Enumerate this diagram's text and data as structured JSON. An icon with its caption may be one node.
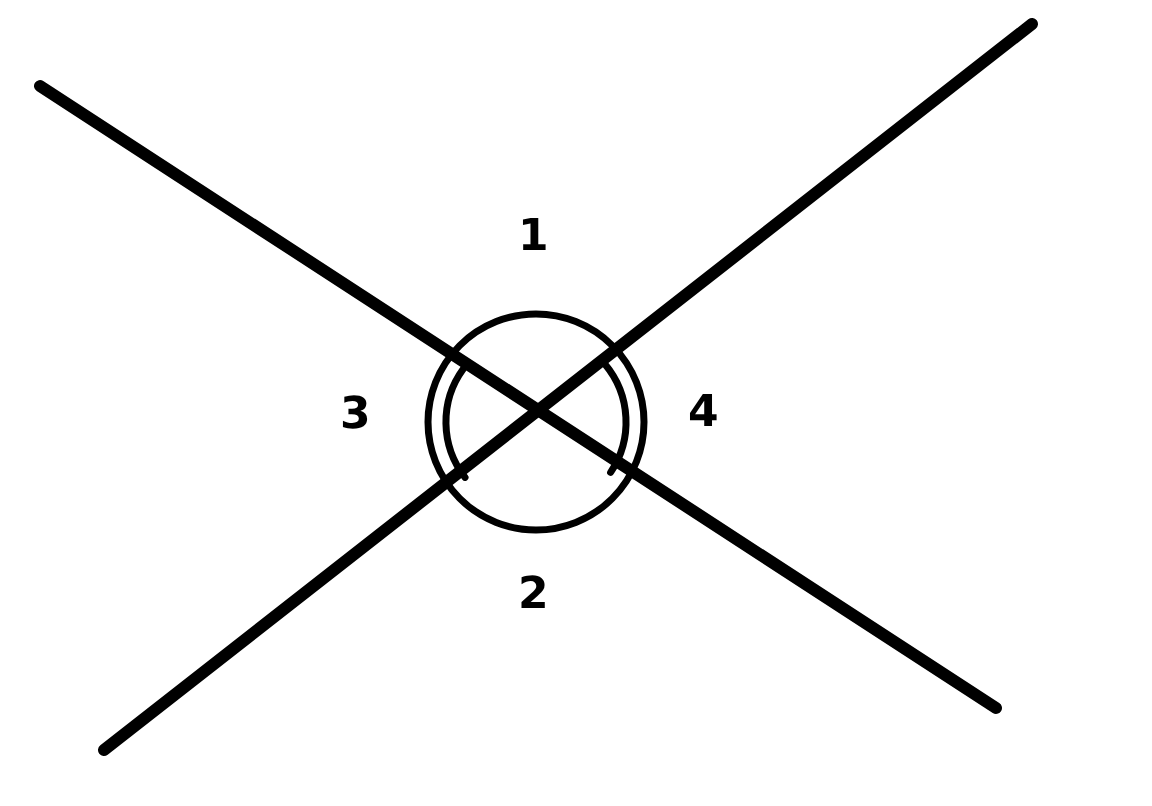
{
  "diagram": {
    "labels": [
      "1",
      "3",
      "4",
      "2"
    ]
  }
}
